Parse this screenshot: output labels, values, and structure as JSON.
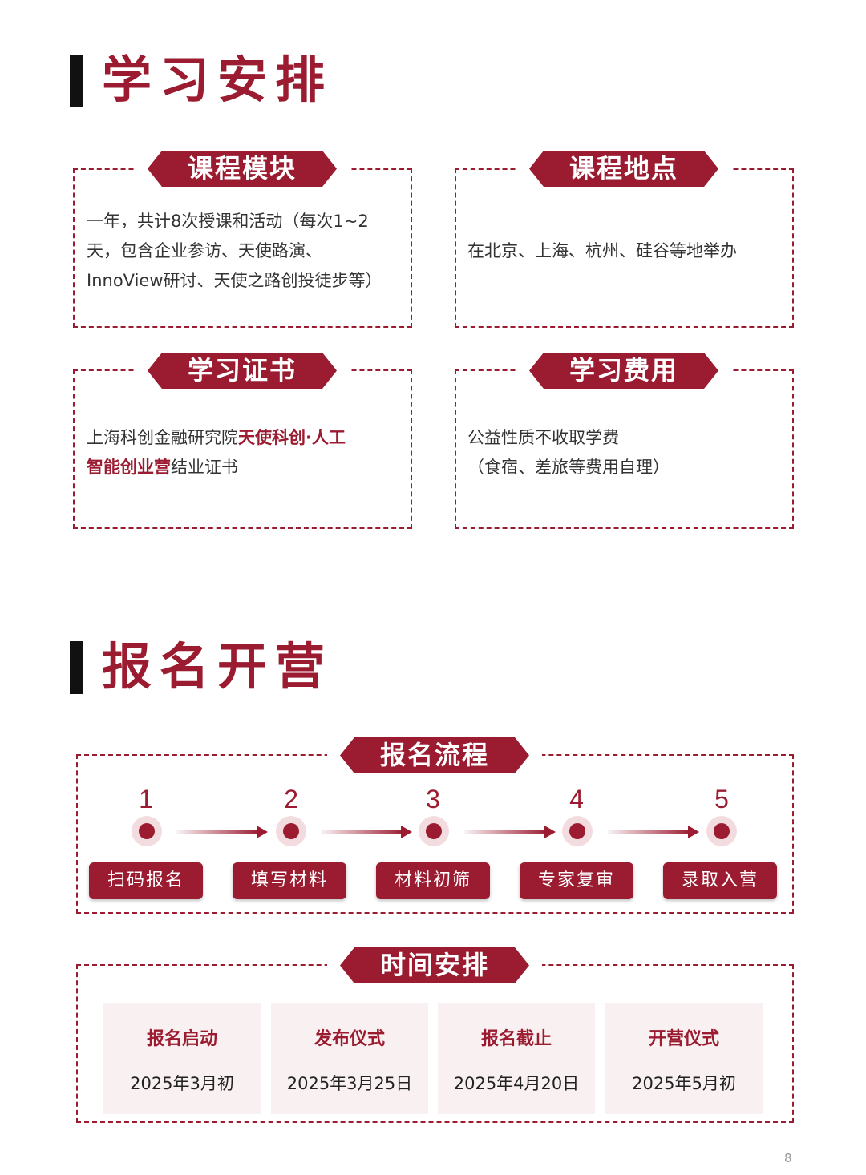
{
  "section1": {
    "title": "学习安排",
    "cards": [
      {
        "tag": "课程模块",
        "lines": [
          "一年，共计8次授课和活动（每次1~2",
          "天，包含企业参访、天使路演、",
          "InnoView研讨、天使之路创投徒步等）"
        ]
      },
      {
        "tag": "课程地点",
        "lines": [
          "在北京、上海、杭州、硅谷等地举办"
        ]
      },
      {
        "tag": "学习证书",
        "line1_plain": "上海科创金融研究院",
        "line1_highlight": "天使科创·人工",
        "line2_highlight": "智能创业营",
        "line2_plain": "结业证书"
      },
      {
        "tag": "学习费用",
        "lines": [
          "公益性质不收取学费",
          "（食宿、差旅等费用自理）"
        ]
      }
    ]
  },
  "section2": {
    "title": "报名开营",
    "process": {
      "tag": "报名流程",
      "steps": [
        {
          "num": "1",
          "label": "扫码报名"
        },
        {
          "num": "2",
          "label": "填写材料"
        },
        {
          "num": "3",
          "label": "材料初筛"
        },
        {
          "num": "4",
          "label": "专家复审"
        },
        {
          "num": "5",
          "label": "录取入营"
        }
      ]
    },
    "schedule": {
      "tag": "时间安排",
      "items": [
        {
          "label": "报名启动",
          "date": "2025年3月初"
        },
        {
          "label": "发布仪式",
          "date": "2025年3月25日"
        },
        {
          "label": "报名截止",
          "date": "2025年4月20日"
        },
        {
          "label": "开营仪式",
          "date": "2025年5月初"
        }
      ]
    }
  },
  "page_number": "8",
  "colors": {
    "accent": "#9b1b30",
    "bar": "#111111",
    "card_bg": "#f8f0f1"
  }
}
